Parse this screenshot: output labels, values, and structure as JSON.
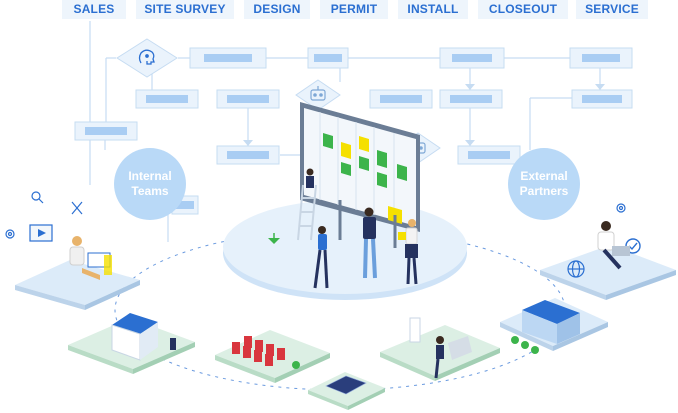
{
  "stages": [
    "SALES",
    "SITE SURVEY",
    "DESIGN",
    "PERMIT",
    "INSTALL",
    "CLOSEOUT",
    "SERVICE"
  ],
  "internal_teams": {
    "line1": "Internal",
    "line2": "Teams"
  },
  "external_partners": {
    "line1": "External",
    "line2": "Partners"
  },
  "colors": {
    "stage_text": "#2b6fd1",
    "stage_bg": "#eef5fc",
    "flow_line": "#c6dcf2",
    "box_fill": "#eaf3fc",
    "box_inner": "#a9cdf3",
    "circle": "#b9d9f7",
    "platform": "#dcebf9",
    "board_frame": "#5d6f86",
    "note_yellow": "#f5e000",
    "note_green": "#3cb44b",
    "person_navy": "#25325f",
    "tile_green": "#dcefe4"
  },
  "icons": [
    "robot-head-icon",
    "ai-head-icon",
    "search-icon",
    "tools-icon",
    "monitor-icon",
    "gear-icon",
    "globe-icon",
    "checkmark-icon"
  ]
}
